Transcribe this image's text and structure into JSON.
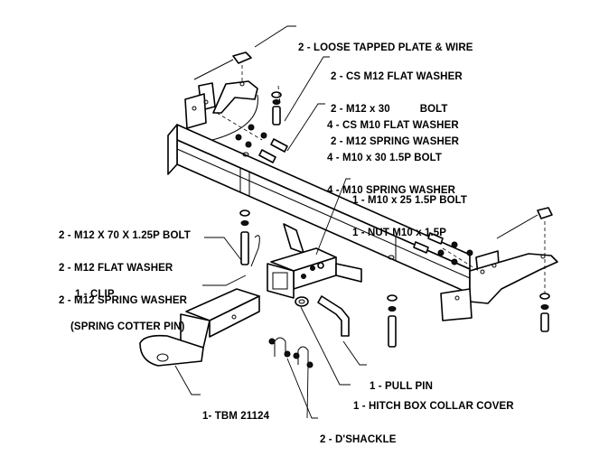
{
  "title": "Tow bar hitch exploded parts diagram",
  "callouts": {
    "loose_plate": {
      "lines": [
        "2 - LOOSE TAPPED PLATE & WIRE"
      ]
    },
    "m12_bolt_set": {
      "lines": [
        "2 - CS M12 FLAT WASHER",
        "2 - M12 x 30          BOLT",
        "2 - M12 SPRING WASHER"
      ]
    },
    "m10_bolt_set": {
      "lines": [
        "4 - CS M10 FLAT WASHER",
        "4 - M10 x 30 1.5P BOLT",
        "4 - M10 SPRING WASHER"
      ]
    },
    "m10_25_bolt": {
      "lines": [
        "1 - M10 x 25 1.5P BOLT",
        "1 - NUT M10 x 1.5P"
      ]
    },
    "m12_70_bolt": {
      "lines": [
        "2 - M12 X 70 X 1.25P BOLT",
        "2 - M12 FLAT WASHER",
        "2 - M12 SPRING WASHER"
      ]
    },
    "clip": {
      "lines": [
        "1 - CLIP",
        "(SPRING COTTER PIN)"
      ]
    },
    "pull_pin": {
      "lines": [
        "1 - PULL PIN"
      ]
    },
    "collar_cover": {
      "lines": [
        "1 - HITCH BOX COLLAR COVER"
      ]
    },
    "tongue": {
      "lines": [
        "1- TBM 21124"
      ]
    },
    "dshackle": {
      "lines": [
        "2 - D'SHACKLE"
      ]
    }
  },
  "colors": {
    "line": "#000000",
    "background": "#ffffff"
  }
}
